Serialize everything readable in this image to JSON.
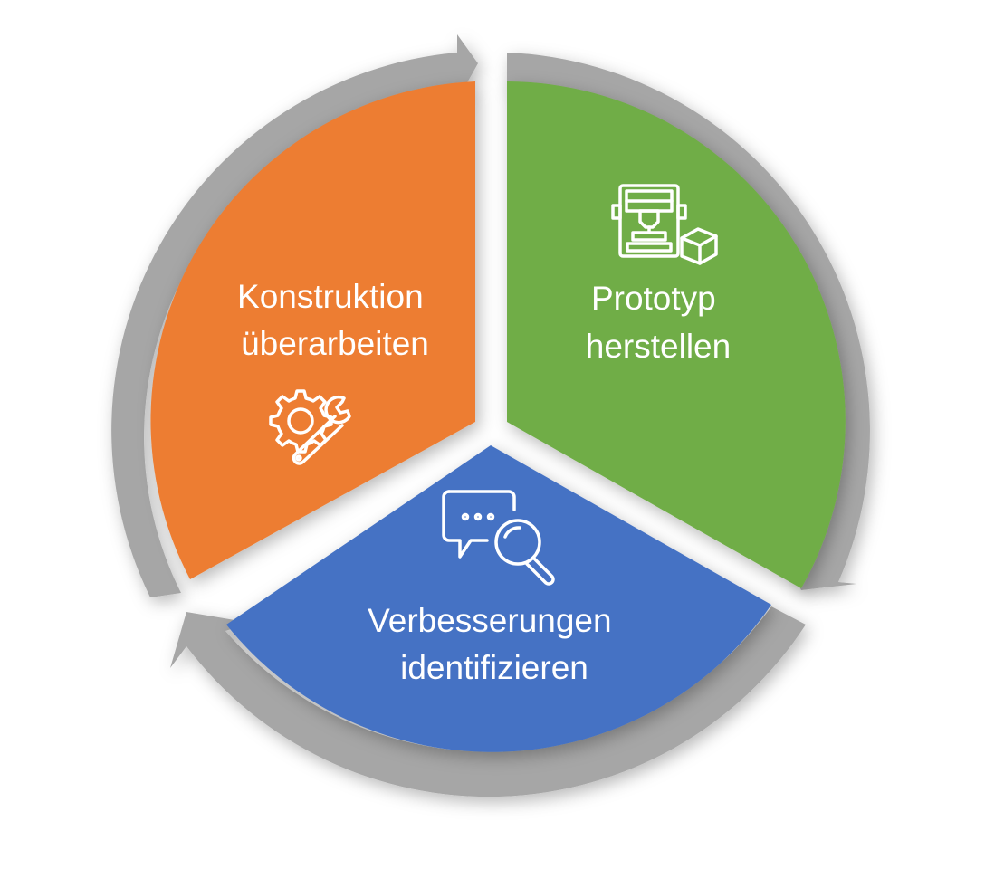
{
  "diagram": {
    "segments": [
      {
        "id": "design",
        "line1": "Konstruktion",
        "line2": "überarbeiten",
        "color": "#ED7D31",
        "icon": "gear-wrench-icon"
      },
      {
        "id": "prototype",
        "line1": "Prototyp",
        "line2": "herstellen",
        "color": "#70AD47",
        "icon": "3d-printer-icon"
      },
      {
        "id": "improve",
        "line1": "Verbesserungen",
        "line2": "identifizieren",
        "color": "#4472C4",
        "icon": "chat-magnifier-icon"
      }
    ],
    "arrow_color": "#A6A6A6"
  }
}
